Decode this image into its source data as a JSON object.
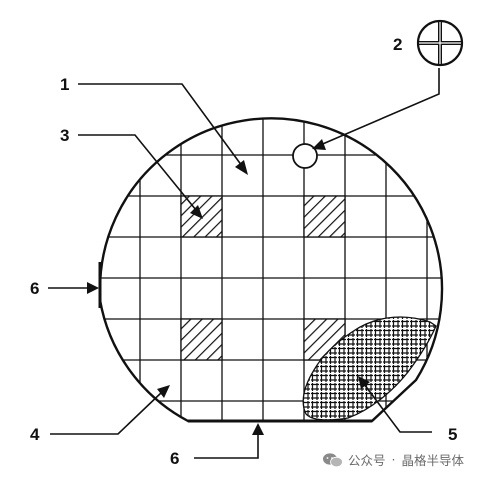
{
  "callouts": {
    "c1": "1",
    "c2": "2",
    "c3": "3",
    "c4": "4",
    "c5": "5",
    "c6_left": "6",
    "c6_bottom": "6"
  },
  "watermark": {
    "icon": "wechat-icon",
    "account": "公众号",
    "separator": "·",
    "name": "晶格半导体"
  },
  "colors": {
    "line": "#111111",
    "background": "#ffffff",
    "watermark": "#6b6b6b"
  }
}
